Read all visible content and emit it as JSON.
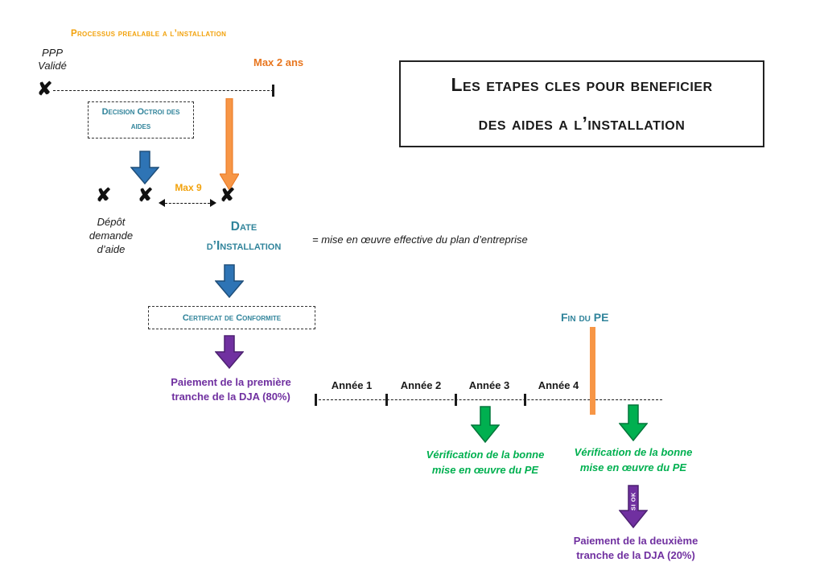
{
  "colors": {
    "gold": "#F2A20C",
    "orange": "#E8761F",
    "orange_light": "#F79646",
    "teal": "#31849B",
    "blue": "#2E74B5",
    "blue_dark": "#1F4E79",
    "purple": "#7030A0",
    "purple_dark": "#4C2170",
    "green": "#00B050",
    "green_dark": "#00763A"
  },
  "labels": {
    "process": "Processus prealable a l’installation",
    "ppp_l1": "PPP",
    "ppp_l2": "Validé",
    "x_mark": "✘",
    "max_2_ans": "Max 2 ans",
    "decision_box": "Decision Octroi des aides",
    "max_9": "Max 9",
    "depot_l1": "Dépôt",
    "depot_l2": "demande",
    "depot_l3": "d’aide",
    "date_l1": "Date",
    "date_l2": "d’Installation",
    "mise_en_oeuvre": "= mise en œuvre effective du plan d’entreprise",
    "certificat": "Certificat de Conformite",
    "paiement_1": "Paiement de la première tranche de la DJA (80%)",
    "title_l1": "Les etapes cles pour beneficier",
    "title_l2": "des aides a l’installation",
    "fin_du_pe": "Fin du PE",
    "verification_1": "Vérification de la bonne mise en œuvre du PE",
    "verification_2": "Vérification de la bonne mise en œuvre du PE",
    "si_ok": "SI OK",
    "paiement_2": "Paiement de la deuxième tranche de la DJA (20%)"
  },
  "timeline": {
    "years": [
      "Année 1",
      "Année 2",
      "Année 3",
      "Année 4"
    ]
  }
}
